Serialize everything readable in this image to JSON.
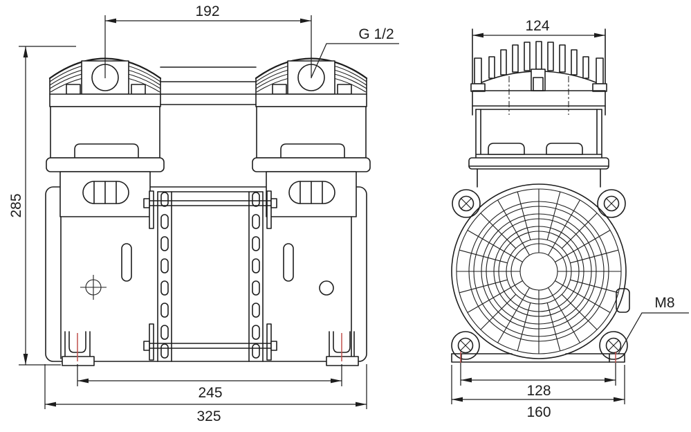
{
  "dims": {
    "cylinder_pitch": "192",
    "port_thread": "G 1/2",
    "overall_height": "285",
    "foot_pitch_front": "245",
    "overall_width_front": "325",
    "head_width_side": "124",
    "foot_pitch_side": "128",
    "base_width_side": "160",
    "mounting_bolt": "M8"
  },
  "colors": {
    "line": "#1d1d1d",
    "centerline_red": "#c0504d",
    "background": "#ffffff"
  }
}
